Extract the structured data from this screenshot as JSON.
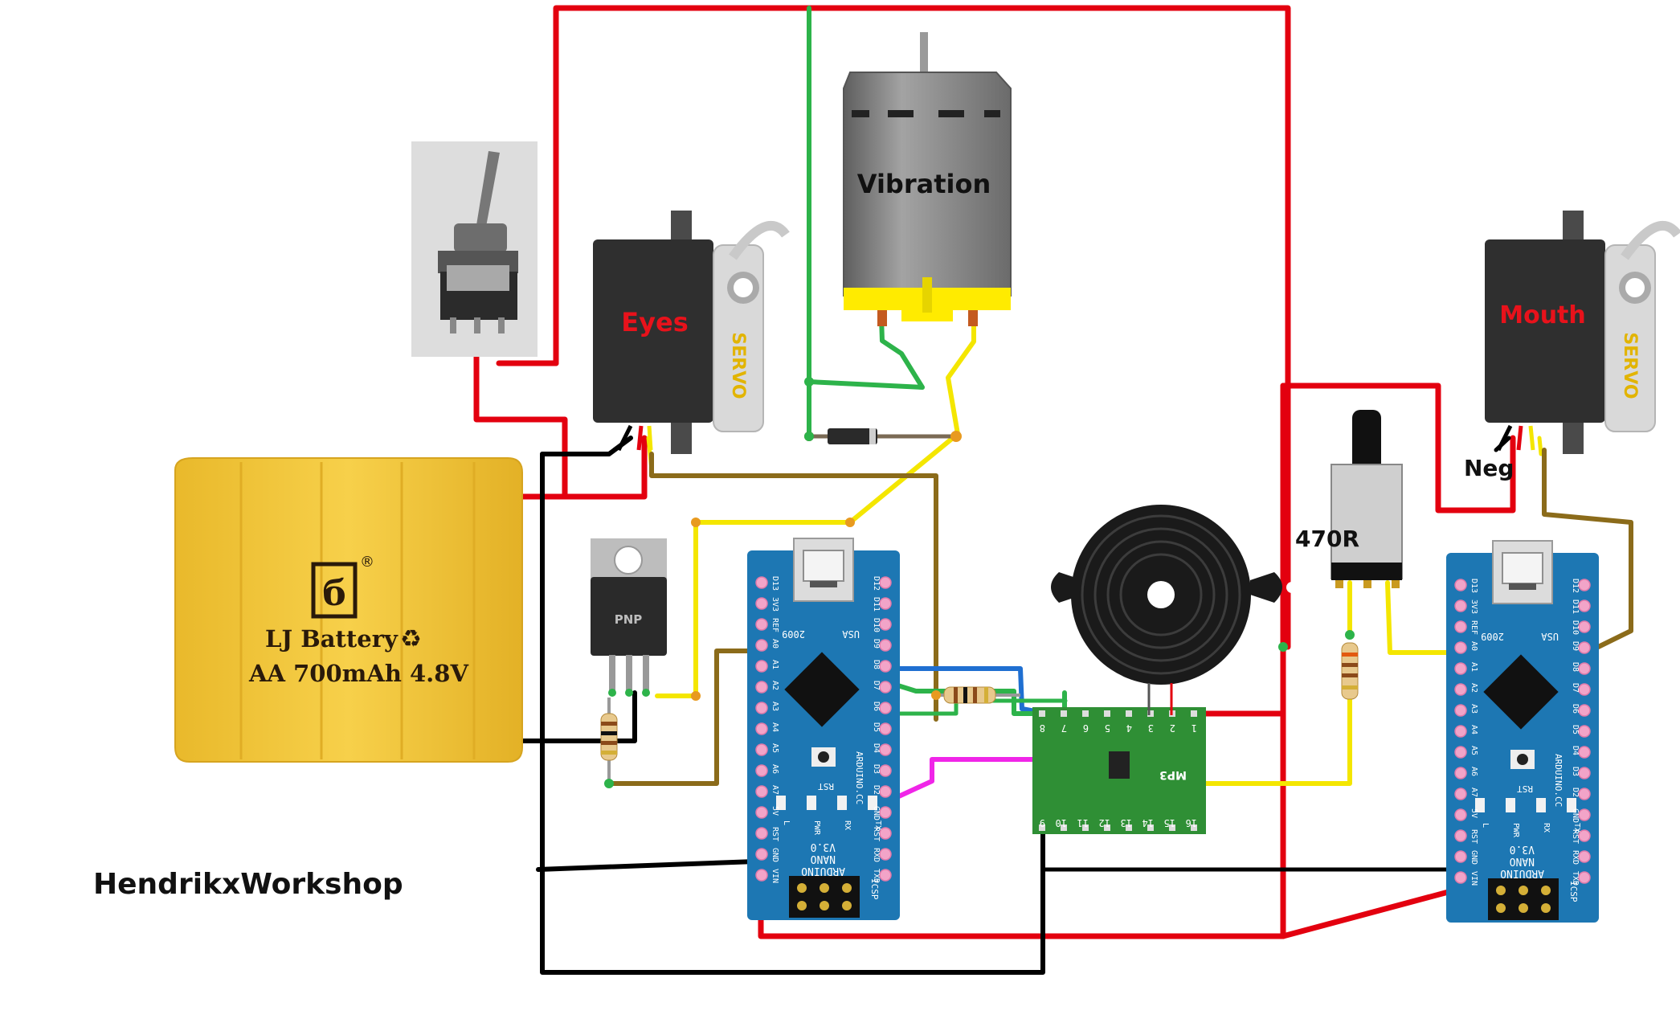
{
  "watermark": "HendrikxWorkshop",
  "labels": {
    "vibration": "Vibration",
    "eyes_servo": "Eyes",
    "mouth_servo": "Mouth",
    "servo_brand": "SERVO",
    "neg": "Neg",
    "resistor_value": "470R",
    "transistor": "PNP",
    "mp3_module": "MP3"
  },
  "battery": {
    "brand": "LJ Battery",
    "spec": "AA 700mAh 4.8V",
    "logo_glyph": "б",
    "registered": "®",
    "recycle": "♻"
  },
  "arduino": {
    "version": "V3.0",
    "model": "NANO",
    "brand": "ARDUINO",
    "site": "ARDUINO.CC",
    "year": "2009",
    "usa": "USA",
    "rst": "RST",
    "icsp": "ICSP",
    "leds": [
      "L",
      "PWR",
      "RX",
      "TX"
    ],
    "left_pins": [
      "D13",
      "3V3",
      "REF",
      "A0",
      "A1",
      "A2",
      "A3",
      "A4",
      "A5",
      "A6",
      "A7",
      "5V",
      "RST",
      "GND",
      "VIN"
    ],
    "right_pins": [
      "D12",
      "D11",
      "D10",
      "D9",
      "D8",
      "D7",
      "D6",
      "D5",
      "D4",
      "D3",
      "D2",
      "GND",
      "RST",
      "RXD",
      "TXD"
    ]
  },
  "mp3": {
    "top_pins": [
      "8",
      "7",
      "6",
      "5",
      "4",
      "3",
      "2",
      "1"
    ],
    "bottom_pins": [
      "9",
      "10",
      "11",
      "12",
      "13",
      "14",
      "15",
      "16"
    ]
  },
  "colors": {
    "red_wire": "#e3000f",
    "black_wire": "#000000",
    "yellow_wire": "#f4e600",
    "brown_wire": "#8b6b1a",
    "green_wire": "#2db34a",
    "blue_wire": "#1f6fd1",
    "magenta_wire": "#f025e8",
    "arduino_board": "#1d77b3",
    "mp3_board": "#2f8f35",
    "battery": "#f2c437",
    "servo_body": "#2f2f2f",
    "servo_label": "#e8121b",
    "motor_body": "#7d7d7d",
    "motor_band": "#ffeb00"
  }
}
